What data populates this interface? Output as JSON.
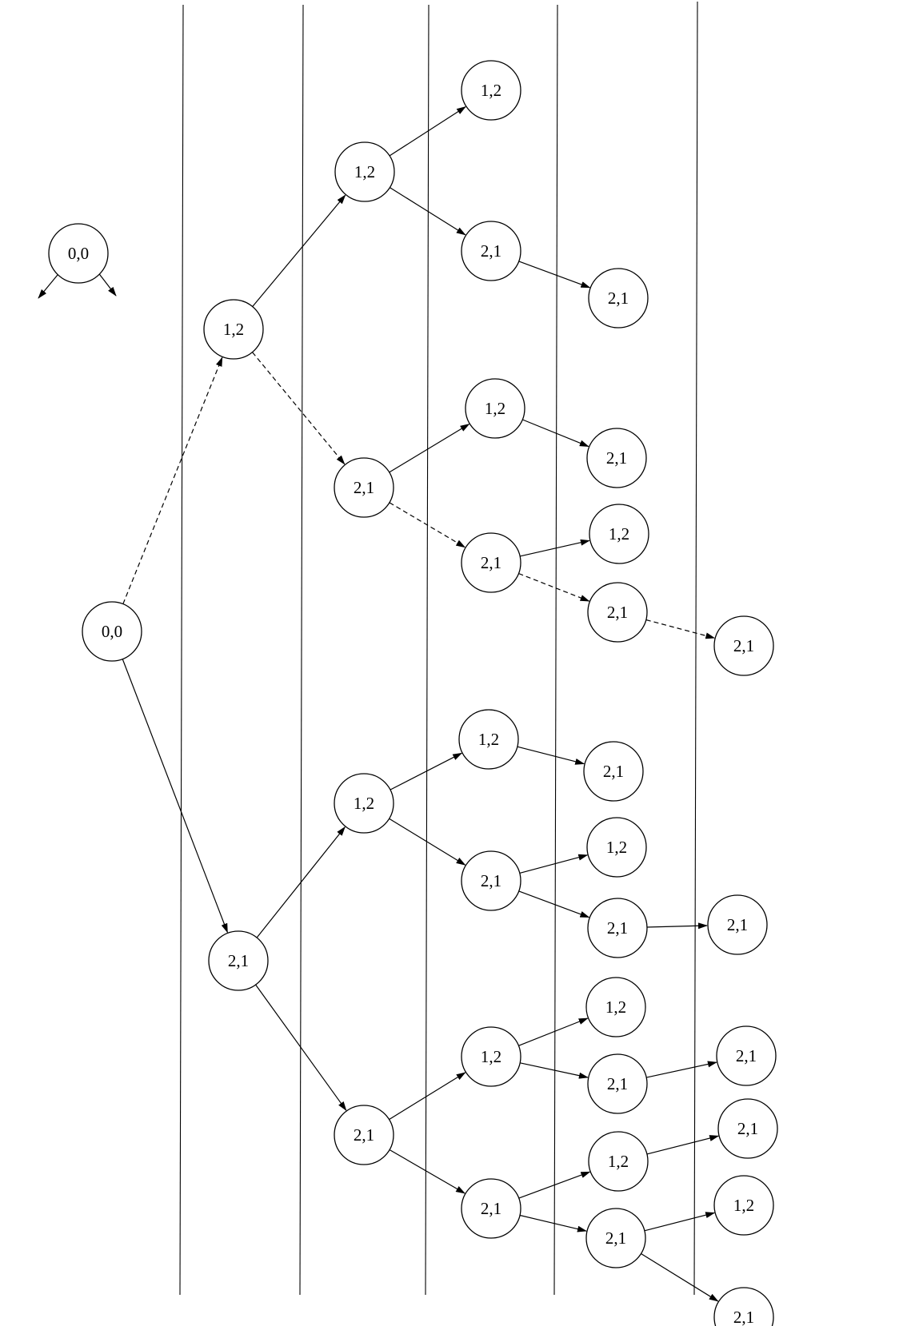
{
  "diagram": {
    "nodes": {
      "legend": "0,0",
      "root": "0,0",
      "a": "1,2",
      "b": "2,1",
      "a1": "1,2",
      "a2": "2,1",
      "b1": "1,2",
      "b2": "2,1",
      "a1a": "1,2",
      "a1b": "2,1",
      "a2a": "1,2",
      "a2b": "2,1",
      "b1a": "1,2",
      "b1b": "2,1",
      "b2a": "1,2",
      "b2b": "2,1",
      "a1b1": "2,1",
      "a2a1": "2,1",
      "a2b1": "1,2",
      "a2b2": "2,1",
      "b1a1": "2,1",
      "b1b1": "1,2",
      "b1b2": "2,1",
      "b2a1": "1,2",
      "b2a2": "2,1",
      "b2b1": "1,2",
      "b2b2": "2,1",
      "a2b2x": "2,1",
      "b1b2x": "2,1",
      "b2a2x": "2,1",
      "b2b1x": "2,1",
      "b2b2x1": "1,2",
      "b2b2x2": "2,1"
    },
    "edges": [
      {
        "from": "root",
        "to": "a",
        "style": "dashed"
      },
      {
        "from": "root",
        "to": "b",
        "style": "solid"
      },
      {
        "from": "a",
        "to": "a1",
        "style": "solid"
      },
      {
        "from": "a",
        "to": "a2",
        "style": "dashed"
      },
      {
        "from": "a1",
        "to": "a1a",
        "style": "solid"
      },
      {
        "from": "a1",
        "to": "a1b",
        "style": "solid"
      },
      {
        "from": "a1b",
        "to": "a1b1",
        "style": "solid"
      },
      {
        "from": "a2",
        "to": "a2a",
        "style": "solid"
      },
      {
        "from": "a2",
        "to": "a2b",
        "style": "dashed"
      },
      {
        "from": "a2a",
        "to": "a2a1",
        "style": "solid"
      },
      {
        "from": "a2b",
        "to": "a2b1",
        "style": "solid"
      },
      {
        "from": "a2b",
        "to": "a2b2",
        "style": "dashed"
      },
      {
        "from": "a2b2",
        "to": "a2b2x",
        "style": "dashed"
      },
      {
        "from": "b",
        "to": "b1",
        "style": "solid"
      },
      {
        "from": "b",
        "to": "b2",
        "style": "solid"
      },
      {
        "from": "b1",
        "to": "b1a",
        "style": "solid"
      },
      {
        "from": "b1",
        "to": "b1b",
        "style": "solid"
      },
      {
        "from": "b1a",
        "to": "b1a1",
        "style": "solid"
      },
      {
        "from": "b1b",
        "to": "b1b1",
        "style": "solid"
      },
      {
        "from": "b1b",
        "to": "b1b2",
        "style": "solid"
      },
      {
        "from": "b1b2",
        "to": "b1b2x",
        "style": "solid"
      },
      {
        "from": "b2",
        "to": "b2a",
        "style": "solid"
      },
      {
        "from": "b2",
        "to": "b2b",
        "style": "solid"
      },
      {
        "from": "b2a",
        "to": "b2a1",
        "style": "solid"
      },
      {
        "from": "b2a",
        "to": "b2a2",
        "style": "solid"
      },
      {
        "from": "b2a2",
        "to": "b2a2x",
        "style": "solid"
      },
      {
        "from": "b2b",
        "to": "b2b1",
        "style": "solid"
      },
      {
        "from": "b2b",
        "to": "b2b2",
        "style": "solid"
      },
      {
        "from": "b2b1",
        "to": "b2b1x",
        "style": "solid"
      },
      {
        "from": "b2b2",
        "to": "b2b2x1",
        "style": "solid"
      },
      {
        "from": "b2b2",
        "to": "b2b2x2",
        "style": "solid"
      }
    ]
  }
}
